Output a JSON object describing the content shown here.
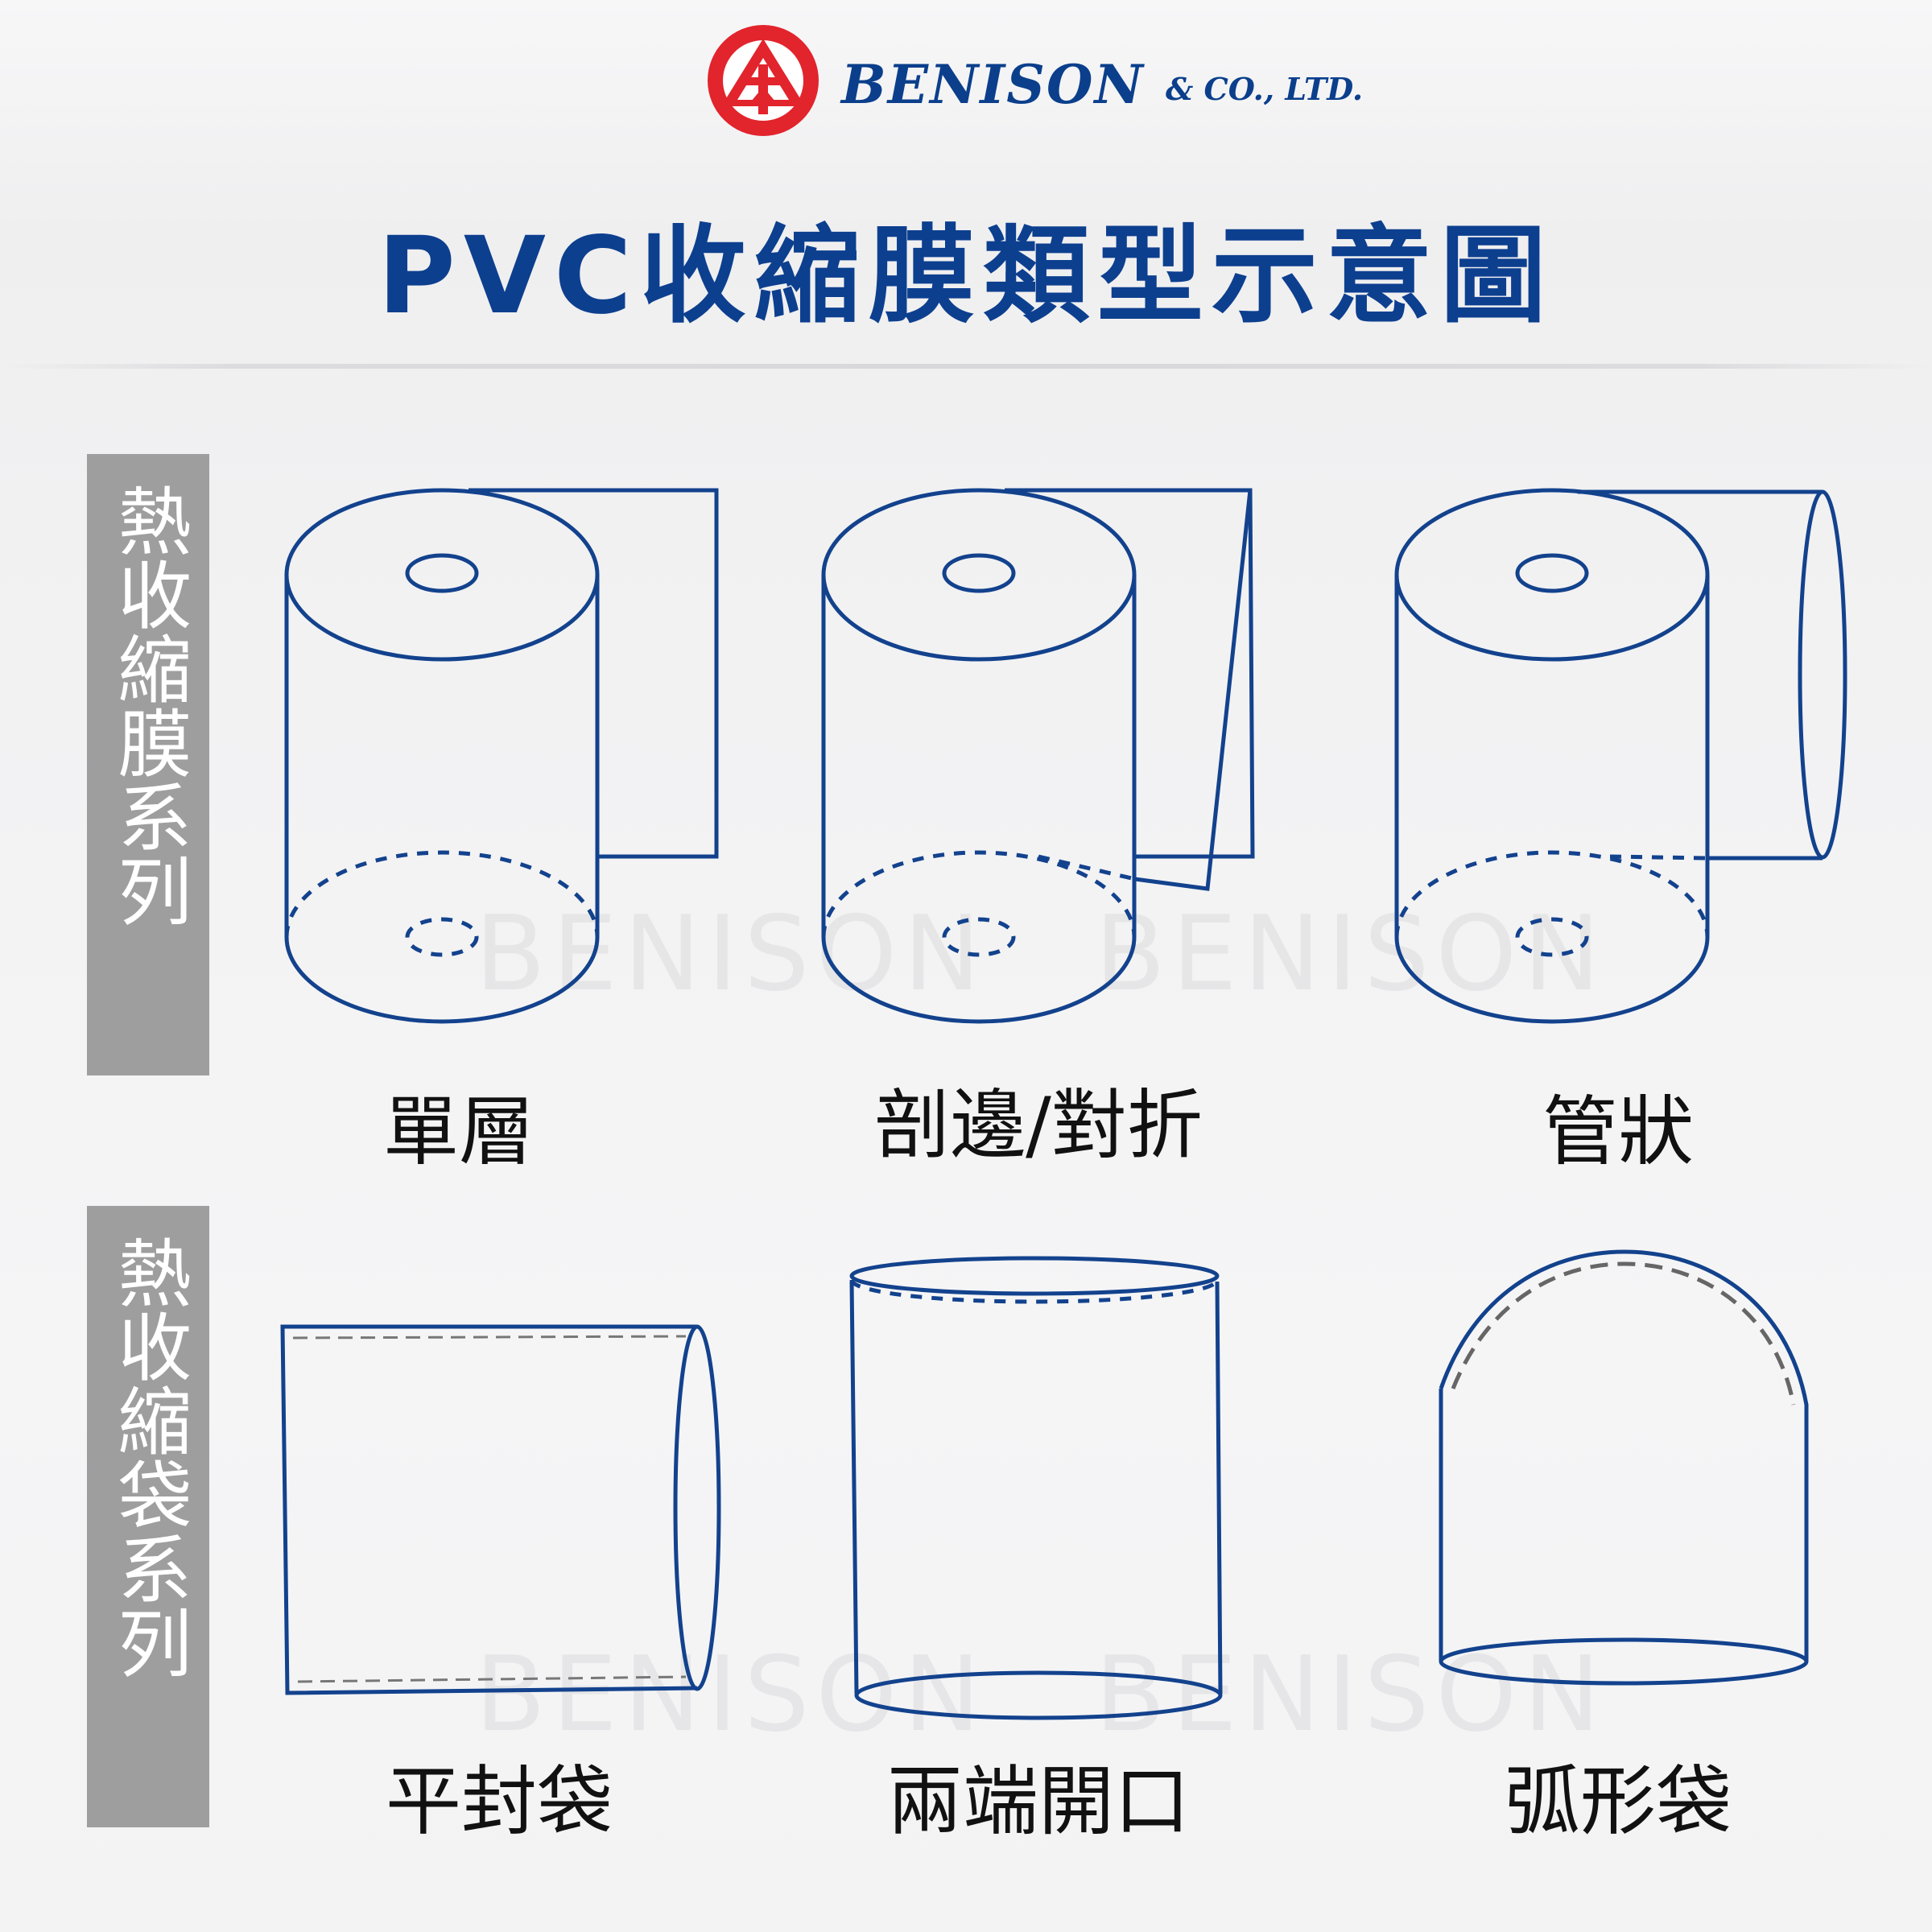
{
  "logo": {
    "name": "BENISON",
    "suffix": "& CO., LTD.",
    "brand_red": "#e2242c",
    "brand_blue": "#0b3f8c"
  },
  "title": "PVC收縮膜類型示意圖",
  "sections": [
    {
      "label": "熱收縮膜系列",
      "items": [
        {
          "caption": "單層",
          "icon": "single-layer-roll-icon"
        },
        {
          "caption": "剖邊/對折",
          "icon": "folded-roll-icon"
        },
        {
          "caption": "管狀",
          "icon": "tubular-roll-icon"
        }
      ]
    },
    {
      "label": "熱收縮袋系列",
      "items": [
        {
          "caption": "平封袋",
          "icon": "flat-seal-bag-icon"
        },
        {
          "caption": "兩端開口",
          "icon": "open-ends-sleeve-icon"
        },
        {
          "caption": "弧形袋",
          "icon": "arc-bag-icon"
        }
      ]
    }
  ],
  "watermark": "BENISON",
  "colors": {
    "line": "#13428d",
    "title": "#0d3f8f",
    "label_bg": "#9e9e9f",
    "label_text": "#ffffff"
  }
}
